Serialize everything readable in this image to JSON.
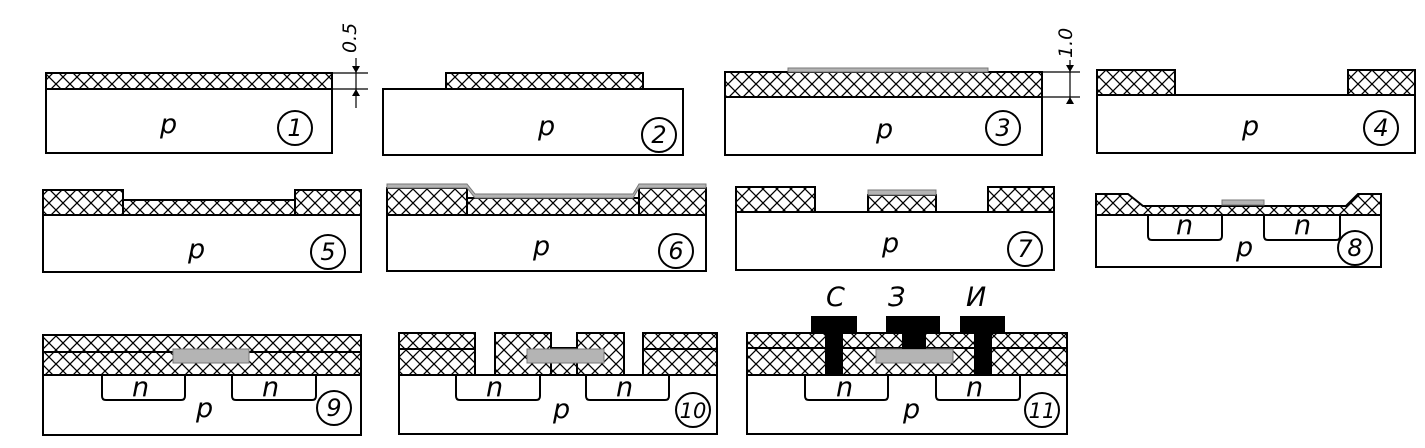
{
  "labels": {
    "substrate": "p",
    "diffusion": "n",
    "source": "С",
    "gate": "З",
    "drain": "И"
  },
  "steps": [
    {
      "number": "1"
    },
    {
      "number": "2"
    },
    {
      "number": "3"
    },
    {
      "number": "4"
    },
    {
      "number": "5"
    },
    {
      "number": "6"
    },
    {
      "number": "7"
    },
    {
      "number": "8"
    },
    {
      "number": "9"
    },
    {
      "number": "10"
    },
    {
      "number": "11"
    }
  ],
  "dimensions": {
    "thin_oxide": "0.5",
    "thick_oxide": "1.0"
  },
  "colors": {
    "polysilicon": "#b4b4b4",
    "metal": "#000000",
    "outline": "#000000"
  }
}
